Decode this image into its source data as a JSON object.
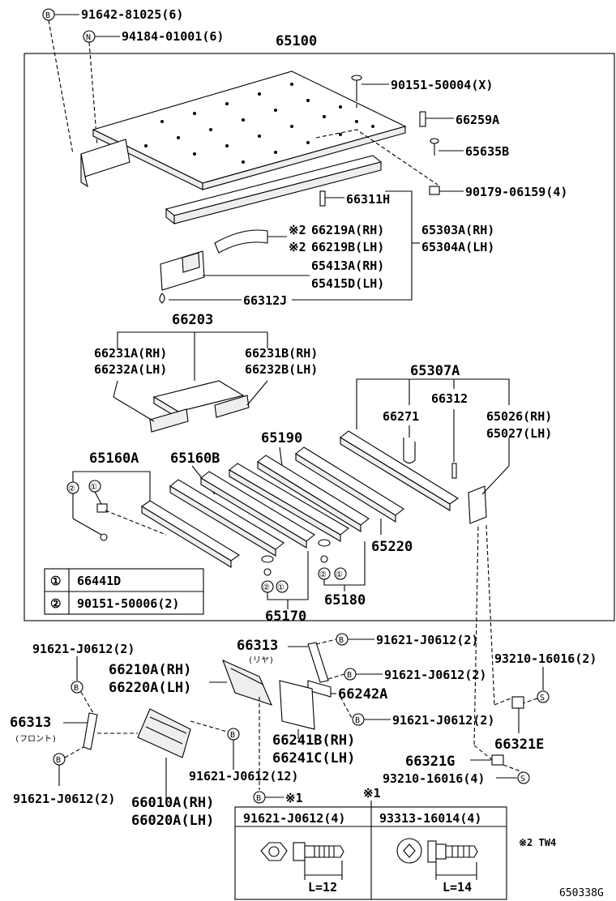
{
  "diagram_code": "650338G",
  "sheet_part": "65100",
  "top_refs": [
    {
      "symbol": "B",
      "part": "91642-81025(6)"
    },
    {
      "symbol": "N",
      "part": "94184-01001(6)"
    }
  ],
  "labels": {
    "p90151_50004": "90151-50004(X)",
    "p66259A": "66259A",
    "p65635B": "65635B",
    "p90179_06159": "90179-06159(4)",
    "p66311H": "66311H",
    "p66219A": "66219A(RH)",
    "p66219B": "66219B(LH)",
    "p65303A": "65303A(RH)",
    "p65304A": "65304A(LH)",
    "p65413A": "65413A(RH)",
    "p65415D": "65415D(LH)",
    "p66312J": "66312J",
    "p66203": "66203",
    "p66231A": "66231A(RH)",
    "p66232A": "66232A(LH)",
    "p66231B": "66231B(RH)",
    "p66232B": "66232B(LH)",
    "p65307A": "65307A",
    "p66271": "66271",
    "p66312": "66312",
    "p65026": "65026(RH)",
    "p65027": "65027(LH)",
    "p65160A": "65160A",
    "p65160B": "65160B",
    "p65190": "65190",
    "p65220": "65220",
    "p65170": "65170",
    "p65180": "65180",
    "p91621_top_left": "91621-J0612(2)",
    "p66313_rear": "66313",
    "p66313_rear_sub": "(リヤ)",
    "p91621_r1": "91621-J0612(2)",
    "p93210_r": "93210-16016(2)",
    "p91621_r2": "91621-J0612(2)",
    "p66210A": "66210A(RH)",
    "p66220A": "66220A(LH)",
    "p66242A": "66242A",
    "p91621_r3": "91621-J0612(2)",
    "p66313_front": "66313",
    "p66313_front_sub": "(フロント)",
    "p66321E": "66321E",
    "p66241B": "66241B(RH)",
    "p66241C": "66241C(LH)",
    "p66321G": "66321G",
    "p91621_bl": "91621-J0612(2)",
    "p91621_mid": "91621-J0612(12)",
    "p93210_b": "93210-16016(4)",
    "p66010A": "66010A(RH)",
    "p66020A": "66020A(LH)",
    "ref_x1": "※1",
    "ref_x1_top": "※1",
    "note_tw4": "※2 TW4",
    "mark_x2": "※2"
  },
  "legend": [
    {
      "symbol": "①",
      "part": "66441D"
    },
    {
      "symbol": "②",
      "part": "90151-50006(2)"
    }
  ],
  "fastener_table": [
    {
      "part": "91621-J0612(4)",
      "length": "L=12"
    },
    {
      "part": "93313-16014(4)",
      "length": "L=14"
    }
  ],
  "callout_symbols": {
    "b": "B",
    "s": "S",
    "n": "N",
    "c1": "①",
    "c2": "②"
  }
}
